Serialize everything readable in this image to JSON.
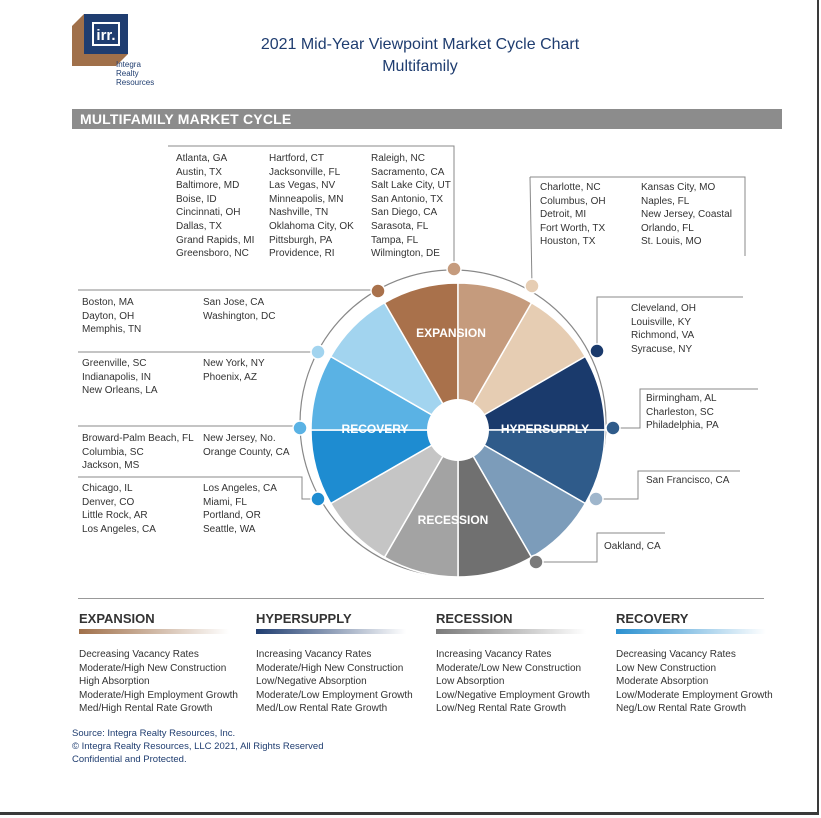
{
  "logo": {
    "mark": "irr.",
    "name_lines": "Integra\nRealty\nResources"
  },
  "title_line1": "2021 Mid-Year Viewpoint Market Cycle Chart",
  "title_line2": "Multifamily",
  "section_title": "MULTIFAMILY MARKET CYCLE",
  "phases": {
    "expansion": "EXPANSION",
    "hypersupply": "HYPERSUPPLY",
    "recession": "RECESSION",
    "recovery": "RECOVERY"
  },
  "markets": {
    "top_col1": [
      "Atlanta, GA",
      "Austin, TX",
      "Baltimore, MD",
      "Boise, ID",
      "Cincinnati, OH",
      "Dallas, TX",
      "Grand Rapids, MI",
      "Greensboro, NC"
    ],
    "top_col2": [
      "Hartford, CT",
      "Jacksonville, FL",
      "Las Vegas, NV",
      "Minneapolis, MN",
      "Nashville, TN",
      "Oklahoma City, OK",
      "Pittsburgh, PA",
      "Providence, RI"
    ],
    "top_col3": [
      "Raleigh, NC",
      "Sacramento, CA",
      "Salt Lake City, UT",
      "San Antonio, TX",
      "San Diego, CA",
      "Sarasota, FL",
      "Tampa, FL",
      "Wilmington, DE"
    ],
    "upper_right_col1": [
      "Charlotte, NC",
      "Columbus, OH",
      "Detroit, MI",
      "Fort Worth, TX",
      "Houston, TX"
    ],
    "upper_right_col2": [
      "Kansas City, MO",
      "Naples, FL",
      "New Jersey, Coastal",
      "Orlando, FL",
      "St. Louis, MO"
    ],
    "right1": [
      "Cleveland, OH",
      "Louisville, KY",
      "Richmond, VA",
      "Syracuse, NY"
    ],
    "right2": [
      "Birmingham, AL",
      "Charleston, SC",
      "Philadelphia, PA"
    ],
    "right3": [
      "San Francisco, CA"
    ],
    "right4": [
      "Oakland, CA"
    ],
    "left1_col1": [
      "Boston, MA",
      "Dayton, OH",
      "Memphis, TN"
    ],
    "left1_col2": [
      "San Jose, CA",
      "Washington, DC"
    ],
    "left2_col1": [
      "Greenville, SC",
      "Indianapolis, IN",
      "New Orleans, LA"
    ],
    "left2_col2": [
      "New York, NY",
      "Phoenix, AZ"
    ],
    "left3_col1": [
      "Broward-Palm Beach, FL",
      "Columbia, SC",
      "Jackson, MS"
    ],
    "left3_col2": [
      "New Jersey, No.",
      "Orange County, CA"
    ],
    "left4_col1": [
      "Chicago, IL",
      "Denver, CO",
      "Little Rock, AR",
      "Los Angeles, CA"
    ],
    "left4_col2": [
      "Los Angeles, CA",
      "Miami, FL",
      "Portland, OR",
      "Seattle, WA"
    ]
  },
  "legend": [
    {
      "key": "expansion",
      "title": "EXPANSION",
      "color": "#a0704a",
      "items": [
        "Decreasing Vacancy Rates",
        "Moderate/High New Construction",
        "High Absorption",
        "Moderate/High Employment Growth",
        "Med/High Rental Rate Growth"
      ]
    },
    {
      "key": "hypersupply",
      "title": "HYPERSUPPLY",
      "color": "#1f3d70",
      "items": [
        "Increasing Vacancy Rates",
        "Moderate/High New Construction",
        "Low/Negative Absorption",
        "Moderate/Low Employment Growth",
        "Med/Low Rental Rate Growth"
      ]
    },
    {
      "key": "recession",
      "title": "RECESSION",
      "color": "#7a7a7a",
      "items": [
        "Increasing Vacancy Rates",
        "Moderate/Low New Construction",
        "Low Absorption",
        "Low/Negative Employment Growth",
        "Low/Neg Rental Rate Growth"
      ]
    },
    {
      "key": "recovery",
      "title": "RECOVERY",
      "color": "#2a90d0",
      "items": [
        "Decreasing Vacancy Rates",
        "Low New Construction",
        "Moderate Absorption",
        "Low/Moderate Employment Growth",
        "Neg/Low Rental Rate Growth"
      ]
    }
  ],
  "footer": {
    "line1": "Source: Integra Realty Resources, Inc.",
    "line2": "© Integra Realty Resources, LLC 2021, All Rights Reserved",
    "line3": "Confidential and Protected."
  },
  "colors": {
    "brand_navy": "#1f3d70",
    "brand_bronze": "#a0704a",
    "bar_gray": "#8c8c8c"
  }
}
